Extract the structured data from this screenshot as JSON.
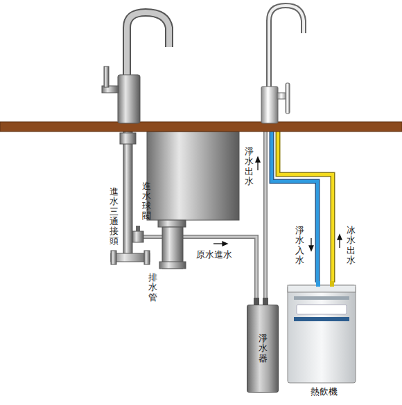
{
  "diagram": {
    "nodes": [
      {
        "text": [
          "淨水器"
        ]
      },
      {
        "text": [
          "熱飲機"
        ]
      }
    ],
    "labels": [
      "進水三通接頭",
      "進水球閥",
      "排水管",
      "原水進水",
      "淨水出水",
      "淨水入水",
      "冰水出水"
    ]
  }
}
